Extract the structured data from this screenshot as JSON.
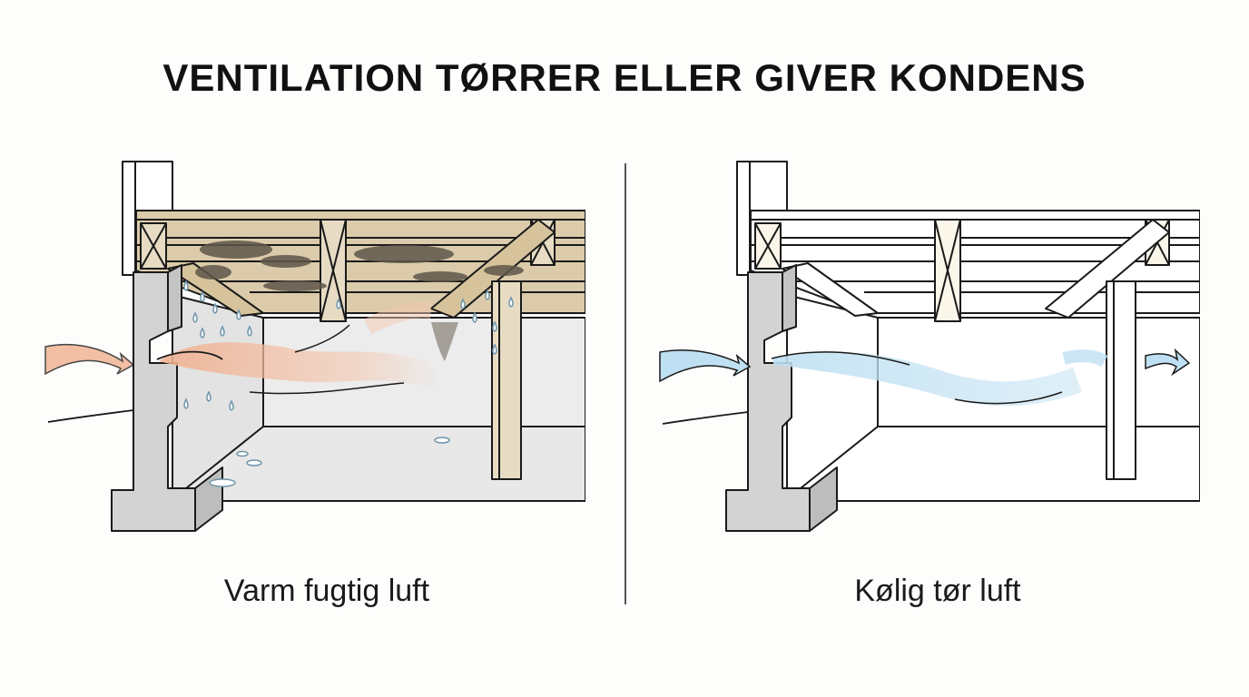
{
  "title": "VENTILATION TØRRER ELLER GIVER KONDENS",
  "panels": [
    {
      "caption": "Varm fugtig luft"
    },
    {
      "caption": "Kølig tør luft"
    }
  ],
  "colors": {
    "warm_air": "#f0b08f",
    "cool_air": "#bfe0f2",
    "wet_wood": "#dccbaa",
    "mold": "#5f564a",
    "concrete": "#d3d3d3",
    "droplet": "#a9c6d4"
  },
  "icons": [
    "water-drop-icon",
    "mold-stain-icon",
    "airflow-arrow-icon"
  ]
}
